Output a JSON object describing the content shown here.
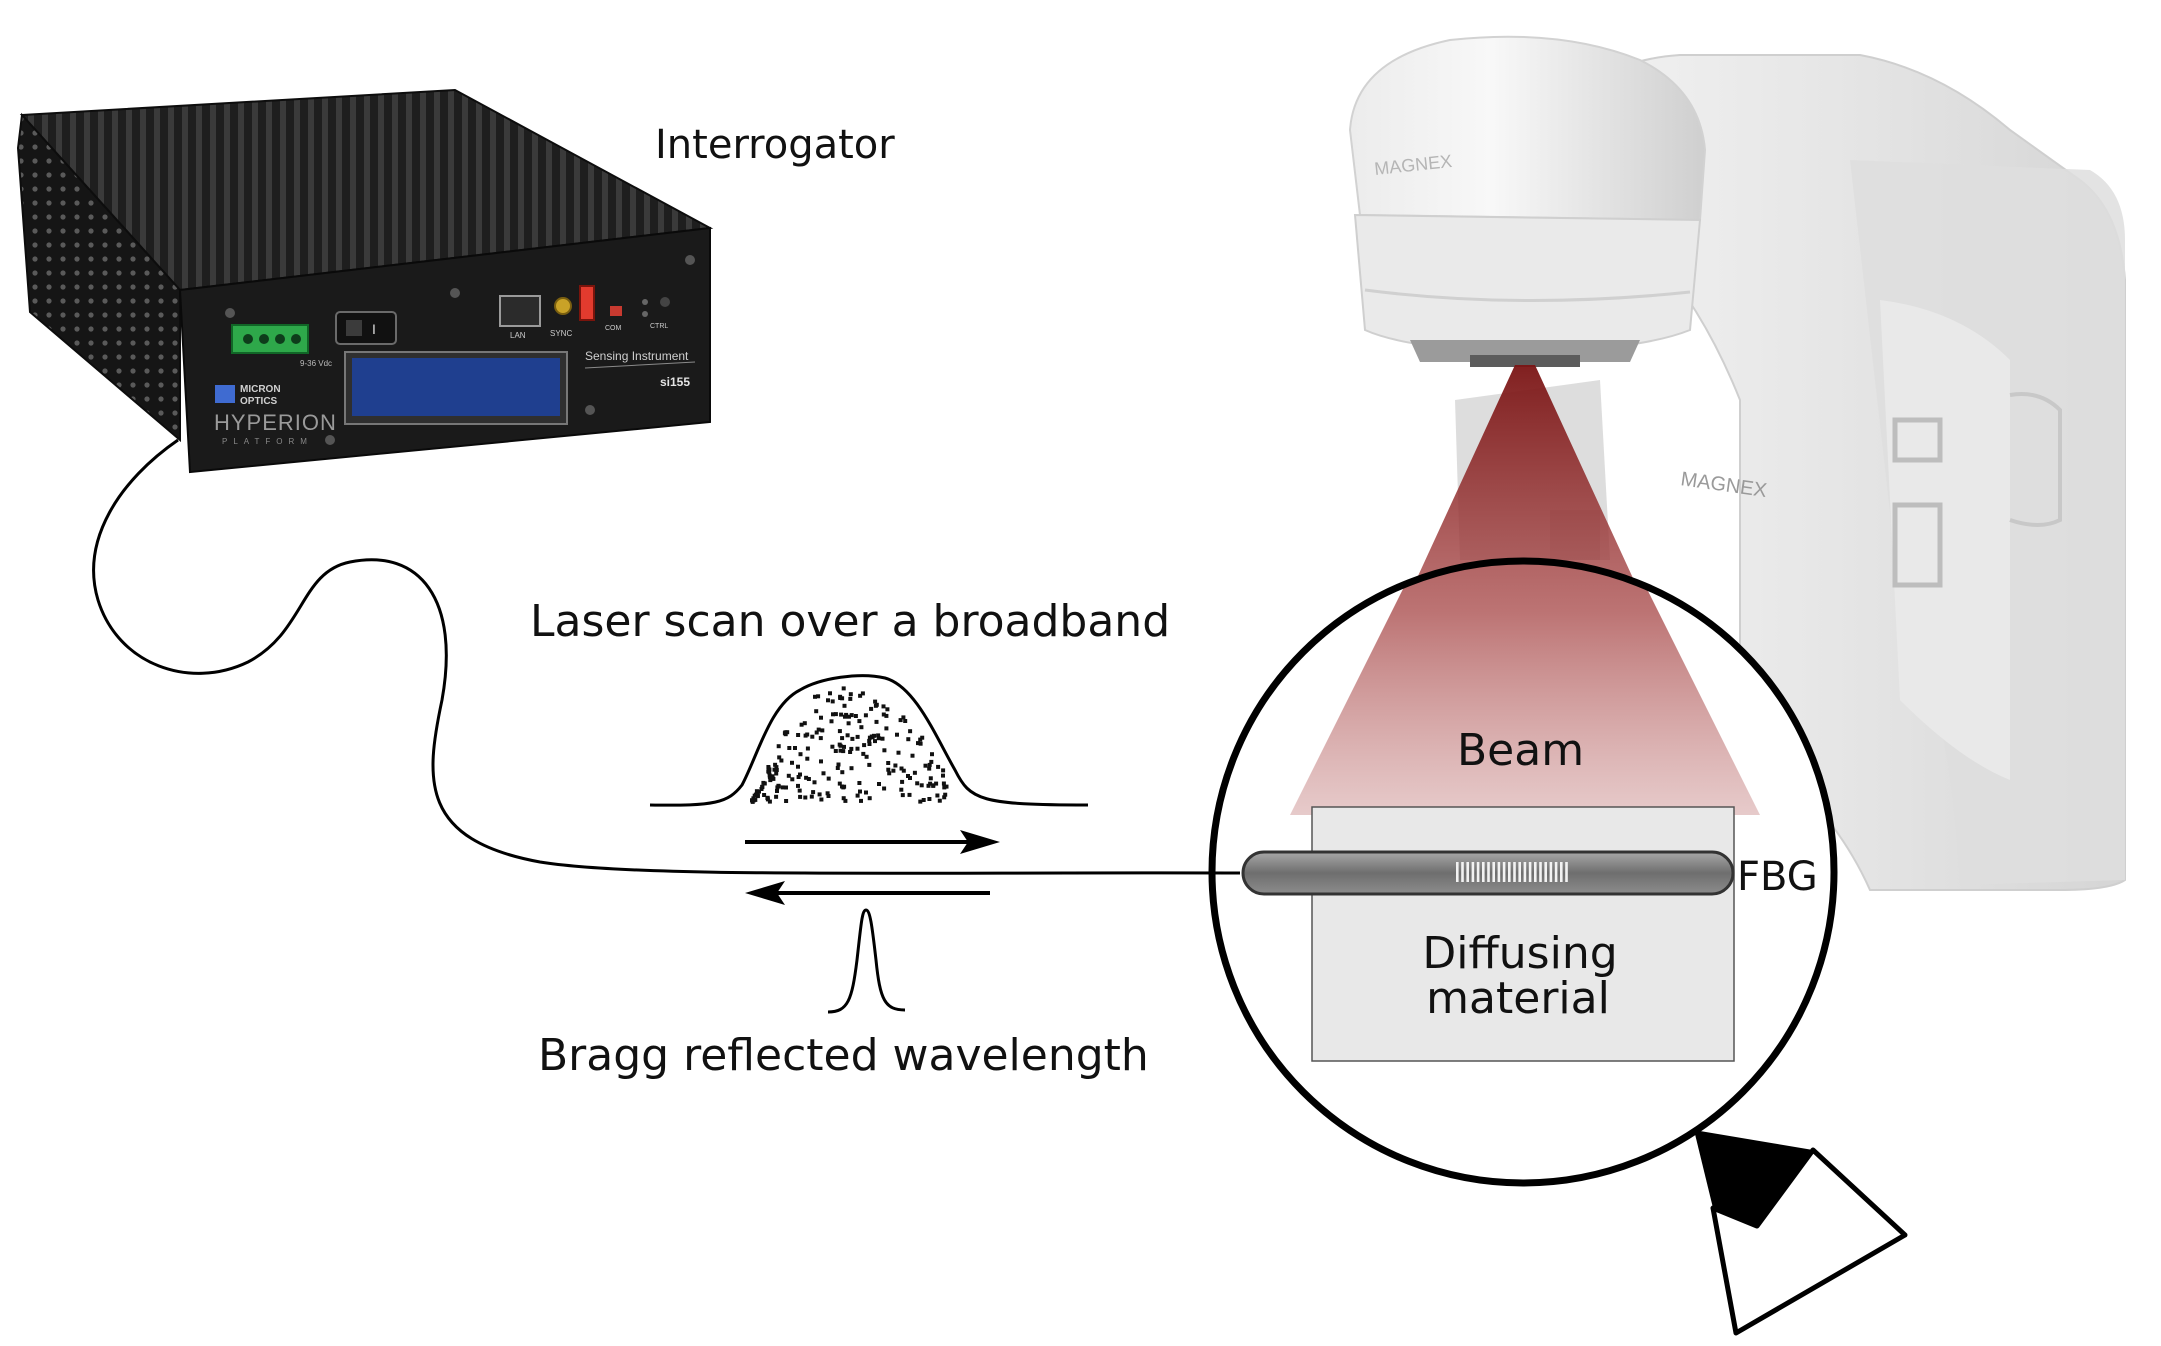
{
  "labels": {
    "interrogator": "Interrogator",
    "laser_scan": "Laser scan over a broadband",
    "bragg": "Bragg reflected wavelength",
    "beam": "Beam",
    "fbg": "FBG",
    "diffusing_line1": "Diffusing",
    "diffusing_line2": "material"
  },
  "device": {
    "brand_line1": "MICRON",
    "brand_line2": "OPTICS",
    "platform": "HYPERION",
    "platform_sub": "PLATFORM",
    "product": "Sensing Instrument",
    "model": "si155",
    "port_lan": "LAN",
    "port_sync": "SYNC",
    "port_com": "COM",
    "port_ctrl": "CTRL",
    "power_rating": "9-36 Vdc"
  },
  "colors": {
    "beam": "#8b1a1a",
    "device_body": "#1c1c1c",
    "display": "#1f3f8f",
    "connector": "#2ea84a",
    "usb": "#e23b2e",
    "fiber": "#111111",
    "sample_fill": "#e6e6e6",
    "fbg_tube": "#7d7d7d",
    "gantry": "#e9e9e9"
  }
}
